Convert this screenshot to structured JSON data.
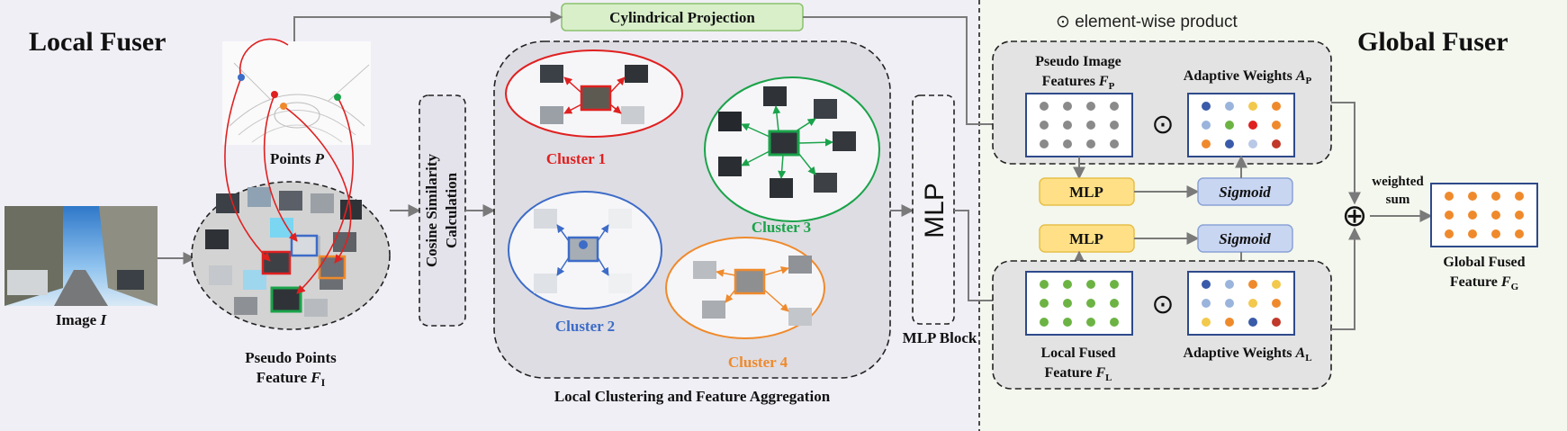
{
  "titles": {
    "local": "Local Fuser",
    "global": "Global Fuser"
  },
  "top": {
    "projection": "Cylindrical Projection",
    "legend": "⊙ element-wise product"
  },
  "inputs": {
    "image_name": "Image",
    "image_sym": "I",
    "points_name": "Points",
    "points_sym": "P",
    "pseudo_line1": "Pseudo Points",
    "pseudo_line2": "Feature",
    "pseudo_sym": "F",
    "pseudo_sub": "I"
  },
  "cosine": {
    "line1": "Cosine Similarity",
    "line2": "Calculation"
  },
  "clusters": {
    "c1": "Cluster 1",
    "c2": "Cluster 2",
    "c3": "Cluster 3",
    "c4": "Cluster 4",
    "caption": "Local Clustering and Feature Aggregation",
    "colors": {
      "c1": "#e02020",
      "c2": "#3d6cc8",
      "c3": "#1aa34a",
      "c4": "#ef8a2c"
    }
  },
  "mlp_block": {
    "big": "MLP",
    "label": "MLP Block"
  },
  "global": {
    "pseudo_img_line1": "Pseudo Image",
    "pseudo_img_line2": "Features",
    "pseudo_img_sym": "F",
    "pseudo_img_sub": "P",
    "aw_name": "Adaptive Weights",
    "aw_sym": "A",
    "aw_top_sub": "P",
    "aw_bottom_sub": "L",
    "odot": "⊙",
    "mlp": "MLP",
    "sigmoid": "Sigmoid",
    "local_fused_line1": "Local Fused",
    "local_fused_line2": "Feature",
    "local_fused_sym": "F",
    "local_fused_sub": "L",
    "weighted1": "weighted",
    "weighted2": "sum",
    "oplus": "⊕",
    "gf_line1": "Global Fused",
    "gf_line2": "Feature",
    "gf_sym": "F",
    "gf_sub": "G"
  },
  "grids": {
    "pseudo_image": [
      [
        "#8a8a8a",
        "#8a8a8a",
        "#8a8a8a",
        "#8a8a8a"
      ],
      [
        "#8a8a8a",
        "#8a8a8a",
        "#8a8a8a",
        "#8a8a8a"
      ],
      [
        "#8a8a8a",
        "#8a8a8a",
        "#8a8a8a",
        "#8a8a8a"
      ]
    ],
    "aw_top": [
      [
        "#3a5ba9",
        "#9ab4dc",
        "#f2c94c",
        "#ef8a2c"
      ],
      [
        "#9ab4dc",
        "#6cb344",
        "#e02020",
        "#ef8a2c"
      ],
      [
        "#ef8a2c",
        "#3a5ba9",
        "#b9c8e6",
        "#c0392b"
      ]
    ],
    "local_fused": [
      [
        "#6cb344",
        "#6cb344",
        "#6cb344",
        "#6cb344"
      ],
      [
        "#6cb344",
        "#6cb344",
        "#6cb344",
        "#6cb344"
      ],
      [
        "#6cb344",
        "#6cb344",
        "#6cb344",
        "#6cb344"
      ]
    ],
    "aw_bottom": [
      [
        "#3a5ba9",
        "#9ab4dc",
        "#ef8a2c",
        "#f2c94c"
      ],
      [
        "#9ab4dc",
        "#9ab4dc",
        "#f2c94c",
        "#ef8a2c"
      ],
      [
        "#f2c94c",
        "#ef8a2c",
        "#3a5ba9",
        "#c0392b"
      ]
    ],
    "global_fused": [
      [
        "#ef8a2c",
        "#ef8a2c",
        "#ef8a2c",
        "#ef8a2c"
      ],
      [
        "#ef8a2c",
        "#ef8a2c",
        "#ef8a2c",
        "#ef8a2c"
      ],
      [
        "#ef8a2c",
        "#ef8a2c",
        "#ef8a2c",
        "#ef8a2c"
      ]
    ]
  }
}
